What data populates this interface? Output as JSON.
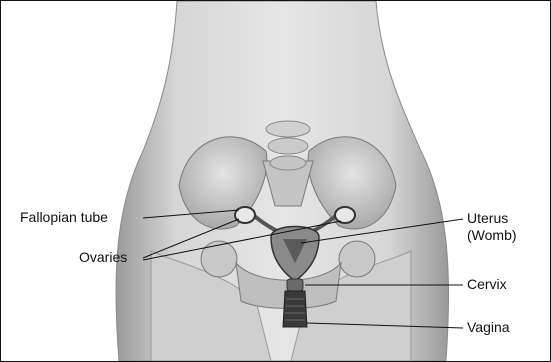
{
  "labels": {
    "fallopian_tube": "Fallopian tube",
    "ovaries": "Ovaries",
    "uterus_line1": "Uterus",
    "uterus_line2": "(Womb)",
    "cervix": "Cervix",
    "vagina": "Vagina"
  },
  "colors": {
    "background": "#ffffff",
    "border": "#111111",
    "skin": "#d2d2d2",
    "bone": "#b8b8b8",
    "organ": "#8a8a8a",
    "dark_organ": "#3a3a3a",
    "leader_line": "#111111"
  }
}
